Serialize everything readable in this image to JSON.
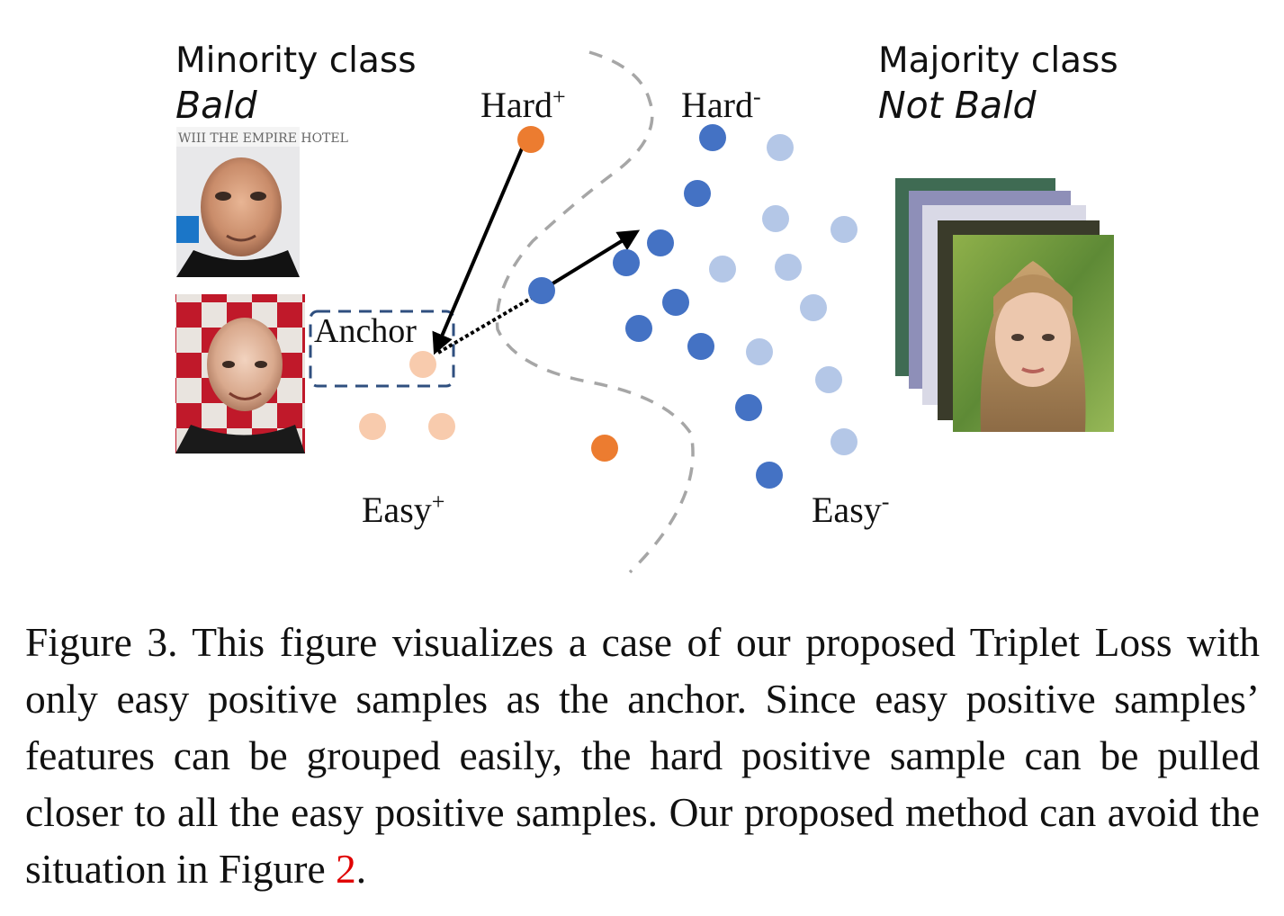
{
  "figure": {
    "minority_title": "Minority class",
    "minority_subtitle": "Bald",
    "majority_title": "Majority class",
    "majority_subtitle": "Not Bald",
    "hard_pos_label": "Hard",
    "hard_pos_sup": "+",
    "hard_neg_label": "Hard",
    "hard_neg_sup": "-",
    "easy_pos_label": "Easy",
    "easy_pos_sup": "+",
    "easy_neg_label": "Easy",
    "easy_neg_sup": "-",
    "anchor_label": "Anchor",
    "colors": {
      "hard_positive": "#ec7c30",
      "easy_positive": "#f8cbad",
      "hard_negative": "#4472c4",
      "easy_negative": "#b4c7e7",
      "anchor_box": "#2f4f7f",
      "boundary": "#a6a6a6"
    }
  },
  "caption": {
    "text": "Figure 3. This figure visualizes a case of our proposed Triplet Loss with only easy positive samples as the anchor. Since easy positive samples’ features can be grouped easily, the hard positive sample can be pulled closer to all the easy positive samples. Our proposed method can avoid the situation in Figure ",
    "ref": "2",
    "end": "."
  }
}
